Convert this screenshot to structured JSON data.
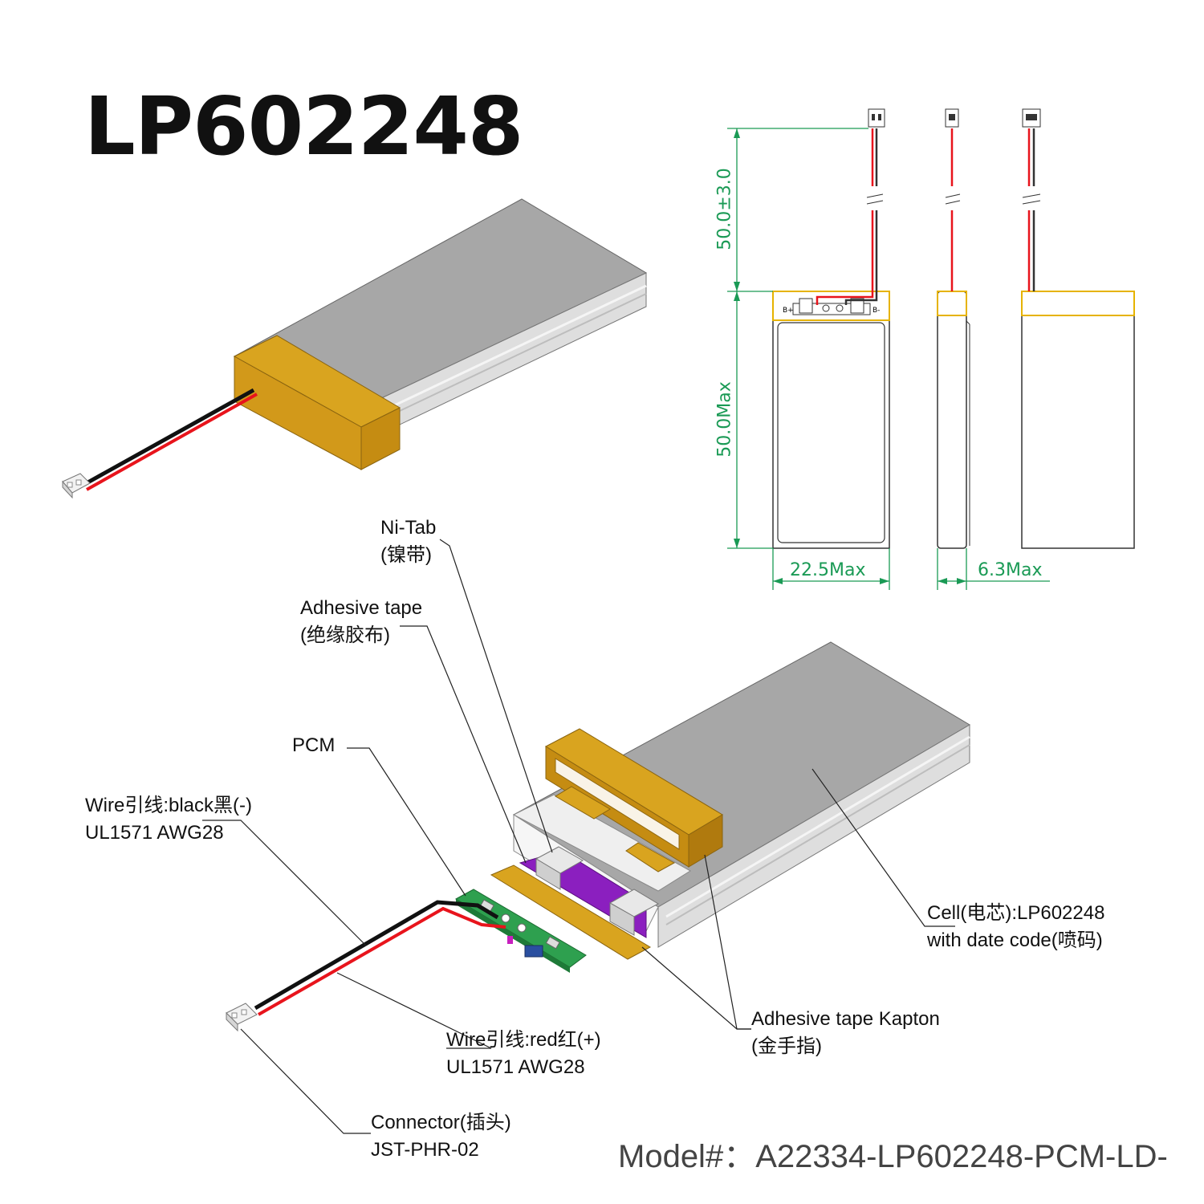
{
  "title": "LP602248",
  "dimensions": {
    "wire_length": "50.0±3.0",
    "cell_length": "50.0Max",
    "cell_width": "22.5Max",
    "cell_thickness": "6.3Max",
    "pcm_pos": "B+",
    "pcm_neg": "B-"
  },
  "labels": {
    "ni_tab": [
      "Ni-Tab",
      "(镍带)"
    ],
    "adhesive_tape": [
      "Adhesive tape",
      "(绝缘胶布)"
    ],
    "pcm": [
      "PCM"
    ],
    "wire_black": [
      "Wire引线:black黑(-)",
      "UL1571 AWG28"
    ],
    "wire_red": [
      "Wire引线:red红(+)",
      "UL1571 AWG28"
    ],
    "connector": [
      "Connector(插头)",
      "JST-PHR-02"
    ],
    "cell": [
      "Cell(电芯):LP602248",
      "with date code(喷码)"
    ],
    "kapton": [
      "Adhesive tape Kapton",
      "(金手指)"
    ]
  },
  "model": "Model#：A22334-LP602248-PCM-LD-",
  "colors": {
    "cell_gray": "#a6a6a6",
    "kapton": "#d9a41f",
    "pcm_green": "#2ea04f",
    "insulation_purple": "#8b1fbf",
    "wire_red": "#e8141c",
    "wire_black": "#111111",
    "dimension_green": "#1a9a55"
  }
}
